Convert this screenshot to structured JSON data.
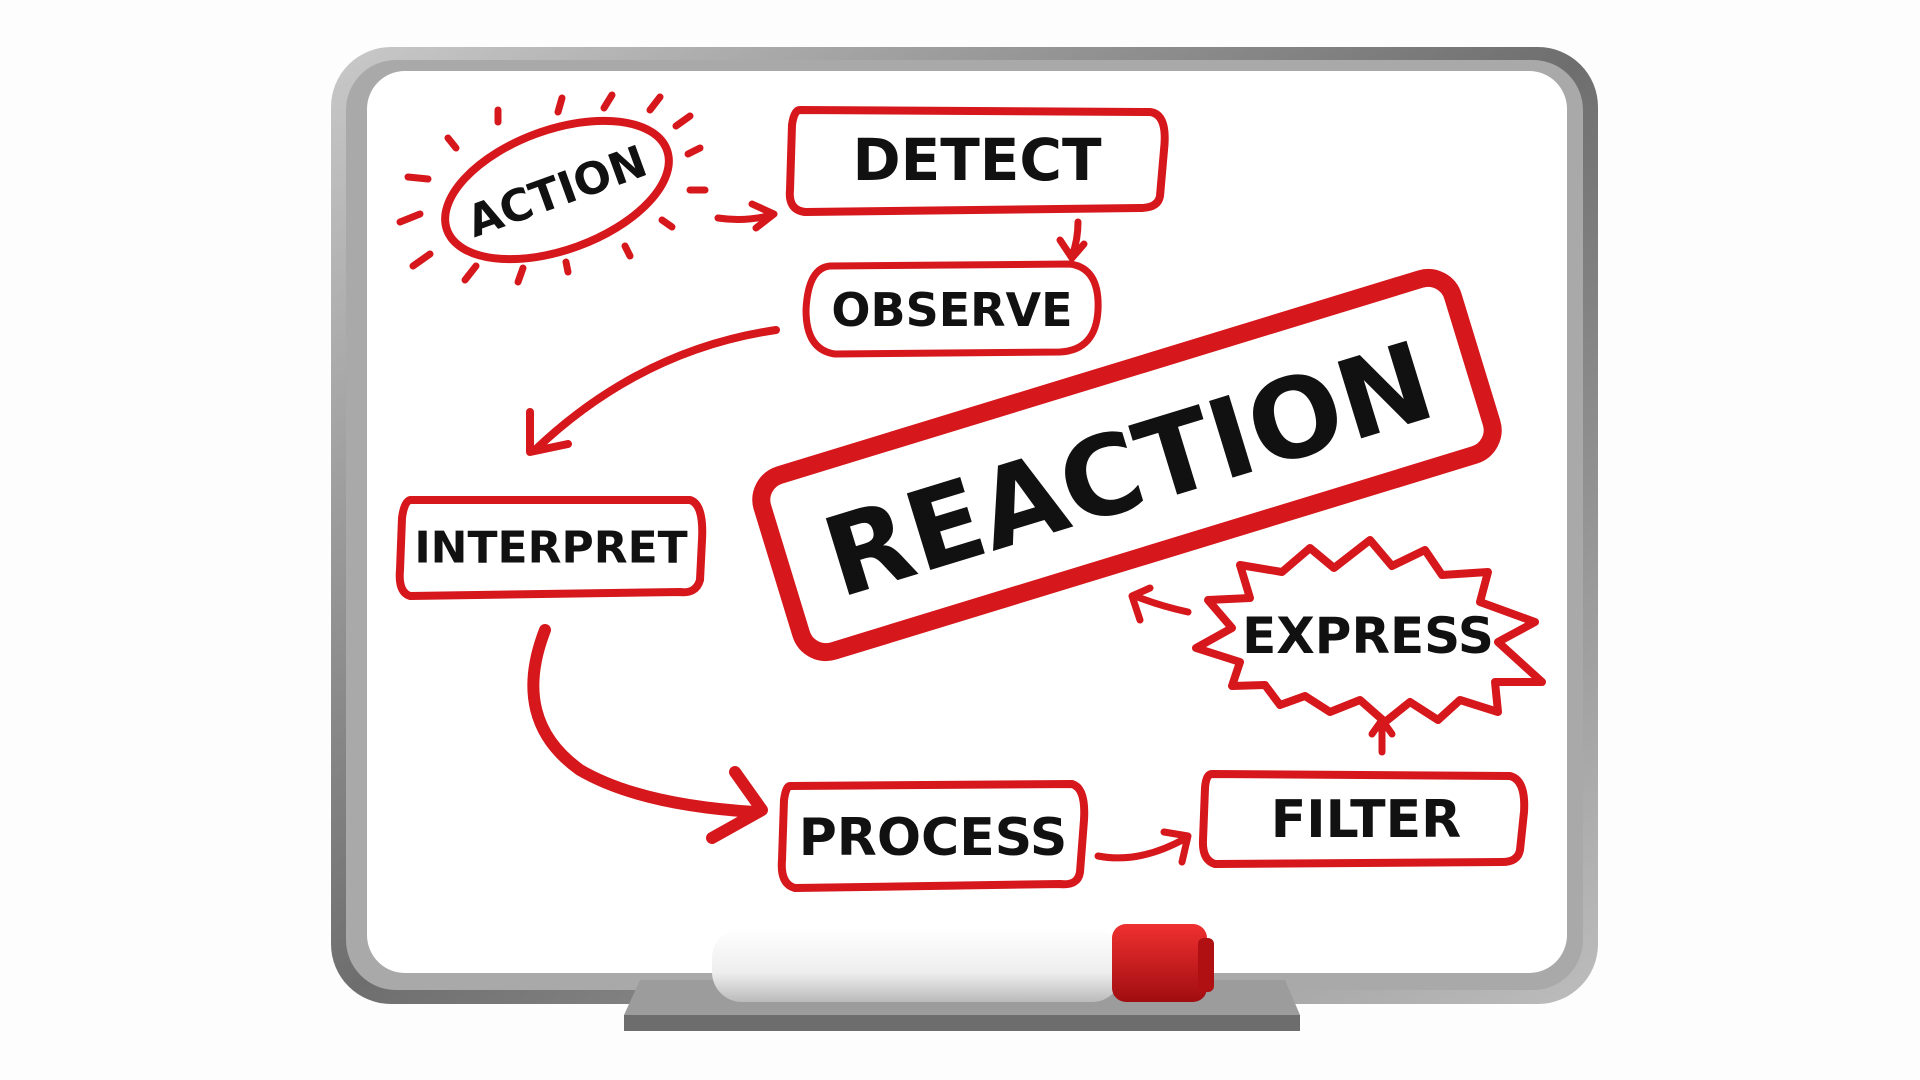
{
  "diagram": {
    "center": "REACTION",
    "nodes": {
      "action": "ACTION",
      "detect": "DETECT",
      "observe": "OBSERVE",
      "interpret": "INTERPRET",
      "process": "PROCESS",
      "filter": "FILTER",
      "express": "EXPRESS"
    },
    "flow": [
      "ACTION",
      "DETECT",
      "OBSERVE",
      "INTERPRET",
      "PROCESS",
      "FILTER",
      "EXPRESS",
      "REACTION"
    ]
  },
  "colors": {
    "marker_red": "#d6171c",
    "ink": "#111111",
    "frame": "#8a8a8a",
    "board": "#ffffff"
  }
}
